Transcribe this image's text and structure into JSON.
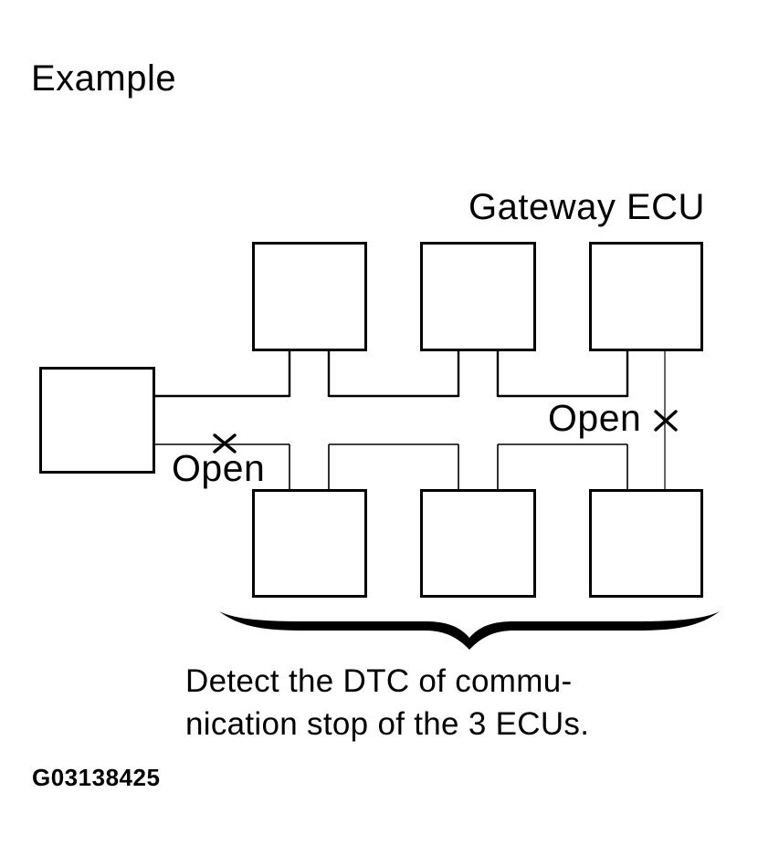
{
  "page": {
    "title": "Example",
    "background_color": "#ffffff",
    "ink_color": "#000000"
  },
  "diagram": {
    "gateway_label": "Gateway ECU",
    "open_left_label": "Open",
    "open_right_label": "Open",
    "break_symbol": "x-cross",
    "boxes": {
      "left_ecu": "",
      "top_row_count": 3,
      "bottom_row_count": 3
    },
    "caption": {
      "line1": "Detect the DTC of commu-",
      "line2": "nication stop of the 3 ECUs."
    },
    "figure_id": "G03138425"
  }
}
